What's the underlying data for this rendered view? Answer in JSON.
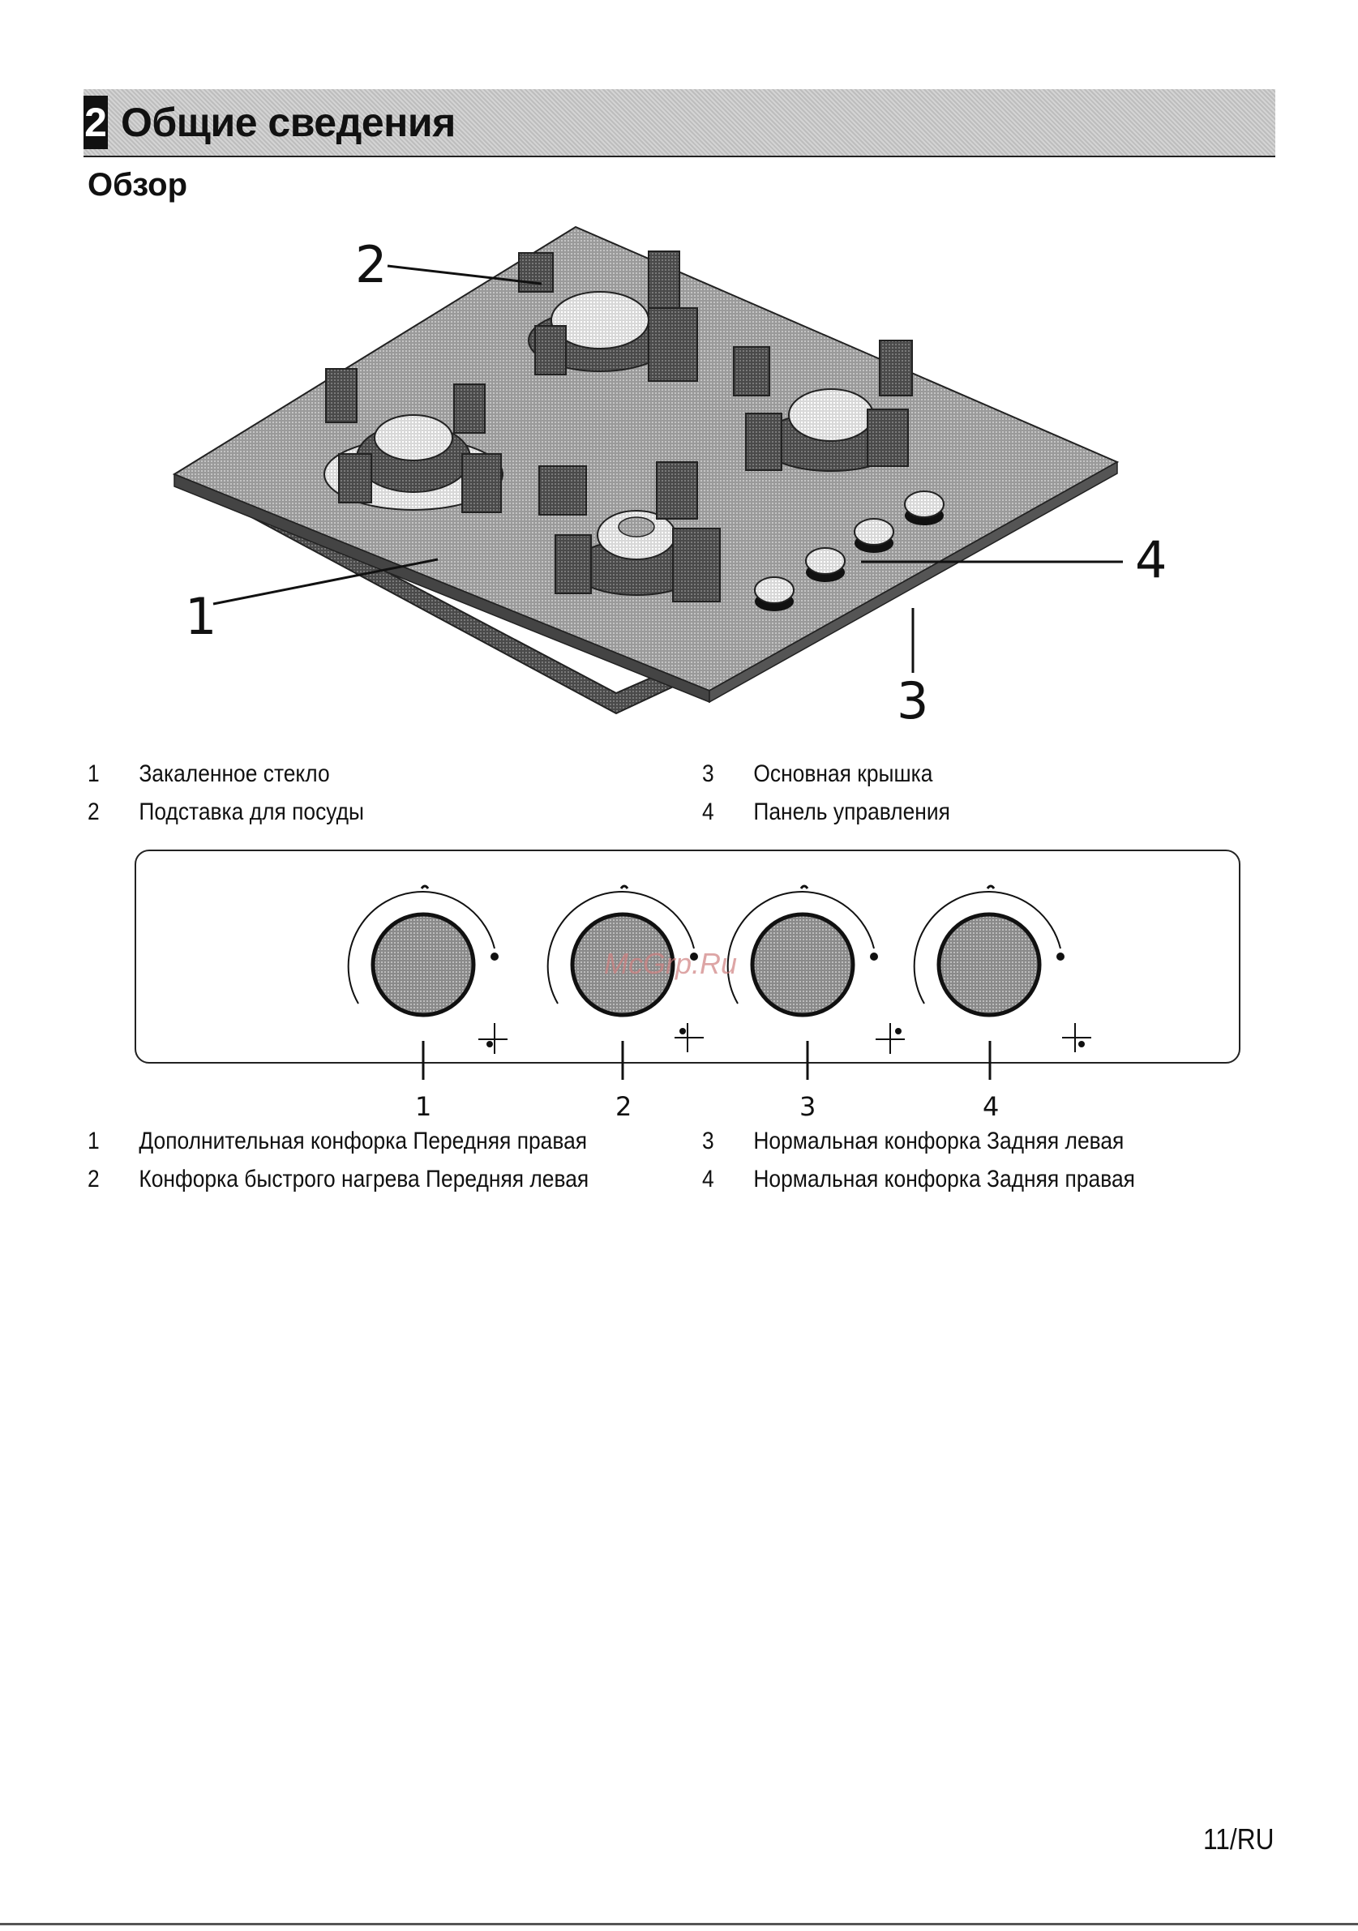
{
  "header": {
    "chapter_number": "2",
    "chapter_title": "Общие сведения"
  },
  "section": {
    "title": "Обзор"
  },
  "hob_callouts": [
    "1",
    "2",
    "3",
    "4"
  ],
  "legend_parts": [
    {
      "num": "1",
      "text": "Закаленное стекло"
    },
    {
      "num": "2",
      "text": "Подставка для посуды"
    },
    {
      "num": "3",
      "text": "Основная крышка"
    },
    {
      "num": "4",
      "text": "Панель управления"
    }
  ],
  "knob_labels": [
    "1",
    "2",
    "3",
    "4"
  ],
  "legend_knobs": [
    {
      "num": "1",
      "text": "Дополнительная конфорка Передняя правая"
    },
    {
      "num": "2",
      "text": "Конфорка быстрого нагрева Передняя левая"
    },
    {
      "num": "3",
      "text": "Нормальная конфорка Задняя левая"
    },
    {
      "num": "4",
      "text": "Нормальная конфорка Задняя правая"
    }
  ],
  "watermark": "McGrp.Ru",
  "page_number": "11/RU"
}
